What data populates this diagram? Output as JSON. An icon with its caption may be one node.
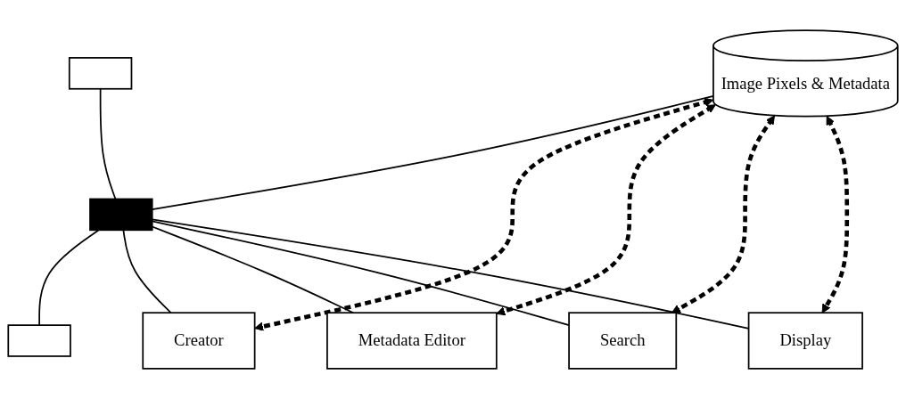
{
  "diagram": {
    "nodes": [
      {
        "text": [
          "Image Pixels & Metadata"
        ]
      },
      {
        "text": [],
        "shape": "box"
      },
      {
        "text": [],
        "shape": "bar"
      },
      {
        "text": [],
        "shape": "box"
      },
      {
        "text": [
          "Creator"
        ]
      },
      {
        "text": [
          "Metadata Editor"
        ]
      },
      {
        "text": [
          "Search"
        ]
      },
      {
        "text": [
          "Display"
        ]
      }
    ],
    "edges": [
      {
        "from": 0,
        "to": 2,
        "arrow": "none"
      },
      {
        "from": 1,
        "to": 2,
        "arrow": "none"
      },
      {
        "from": 2,
        "to": 3,
        "arrow": "none"
      },
      {
        "from": 2,
        "to": 4,
        "arrow": "none"
      },
      {
        "from": 2,
        "to": 5,
        "arrow": "none"
      },
      {
        "from": 2,
        "to": 6,
        "arrow": "none"
      },
      {
        "from": 2,
        "to": 7,
        "arrow": "none"
      },
      {
        "from": 0,
        "to": 4,
        "arrow": "both",
        "style": "dashed"
      },
      {
        "from": 0,
        "to": 5,
        "arrow": "both",
        "style": "dashed"
      },
      {
        "from": 0,
        "to": 6,
        "arrow": "both",
        "style": "dashed"
      },
      {
        "from": 0,
        "to": 7,
        "arrow": "both",
        "style": "dashed"
      }
    ]
  }
}
